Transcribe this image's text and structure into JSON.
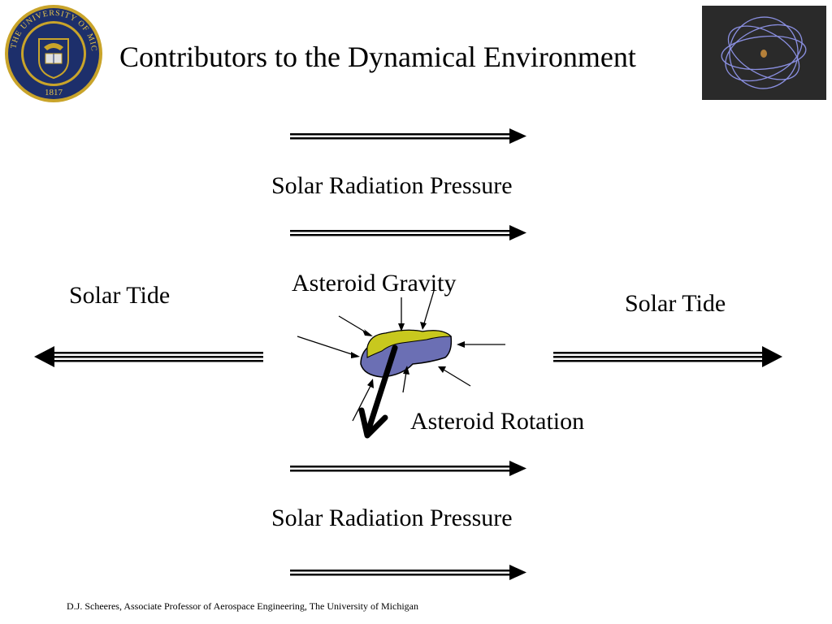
{
  "slide": {
    "title": "Contributors to the Dynamical Environment",
    "footer": "D.J. Scheeres, Associate Professor of Aerospace Engineering, The University of Michigan"
  },
  "labels": {
    "srp_top": "Solar Radiation Pressure",
    "srp_bottom": "Solar Radiation Pressure",
    "asteroid_gravity": "Asteroid Gravity",
    "solar_tide_left": "Solar Tide",
    "solar_tide_right": "Solar Tide",
    "asteroid_rotation": "Asteroid Rotation"
  },
  "logo": {
    "ring_text": "THE UNIVERSITY OF MICHIGAN",
    "year": "1817",
    "colors": {
      "navy": "#1d2f6b",
      "gold": "#c9a42a"
    }
  },
  "colors": {
    "asteroid_body": "#6b6fb4",
    "asteroid_lit_side": "#c8c81e",
    "arrows": "#000000",
    "orbit_lines": "#8a8fe0",
    "thumb_bg": "#2a2a2a"
  }
}
